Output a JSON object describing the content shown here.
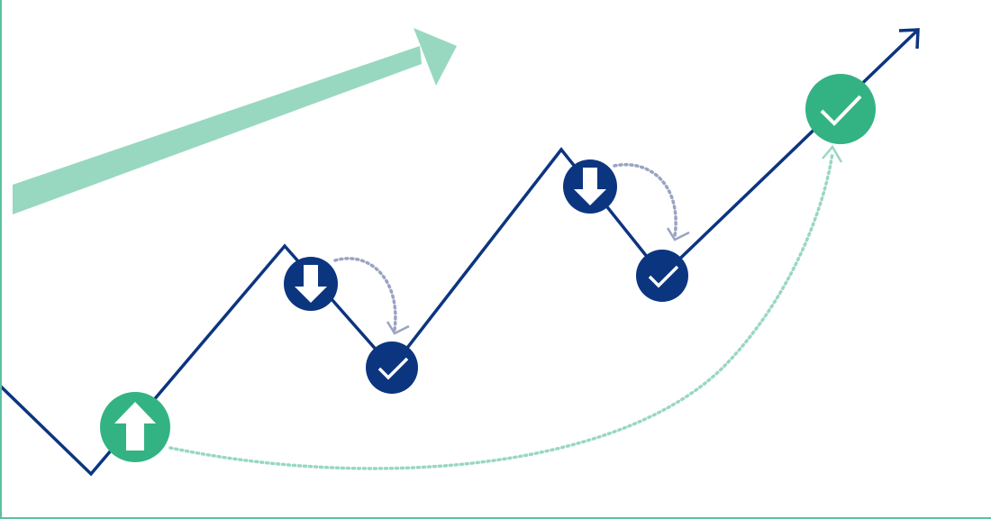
{
  "colors": {
    "background": "#ffffff",
    "navy": "#0c3580",
    "green": "#33b383",
    "mint": "#98d8c0",
    "dotted_gray": "#9aa3c2",
    "dotted_mint": "#98d8c0",
    "frame": "#5cc0a0"
  },
  "trend_arrow": {
    "icon": "trend-up-arrow-icon"
  },
  "markers": [
    {
      "kind": "start-up",
      "icon": "arrow-up-icon",
      "color": "green"
    },
    {
      "kind": "drop",
      "icon": "arrow-down-icon",
      "color": "navy"
    },
    {
      "kind": "recovered",
      "icon": "check-icon",
      "color": "navy"
    },
    {
      "kind": "drop",
      "icon": "arrow-down-icon",
      "color": "navy"
    },
    {
      "kind": "recovered",
      "icon": "check-icon",
      "color": "navy"
    },
    {
      "kind": "goal",
      "icon": "check-icon",
      "color": "green"
    }
  ]
}
